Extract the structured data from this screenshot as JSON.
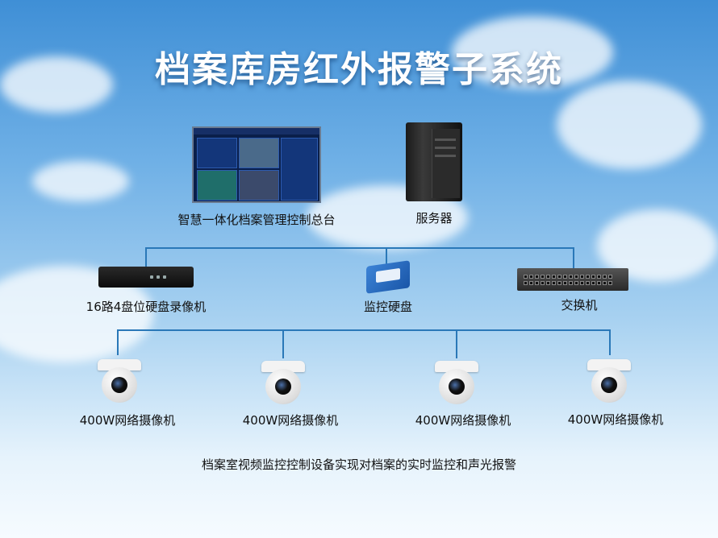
{
  "title": "档案库房红外报警子系统",
  "nodes": {
    "console": "智慧一体化档案管理控制总台",
    "server": "服务器",
    "recorder": "16路4盘位硬盘录像机",
    "hard_disk": "监控硬盘",
    "switch": "交换机",
    "camera_1": "400W网络摄像机",
    "camera_2": "400W网络摄像机",
    "camera_3": "400W网络摄像机",
    "camera_4": "400W网络摄像机"
  },
  "caption": "档案室视频监控控制设备实现对档案的实时监控和声光报警",
  "colors": {
    "connector": "#2a78b8",
    "title": "#ffffff",
    "label": "#111111"
  }
}
